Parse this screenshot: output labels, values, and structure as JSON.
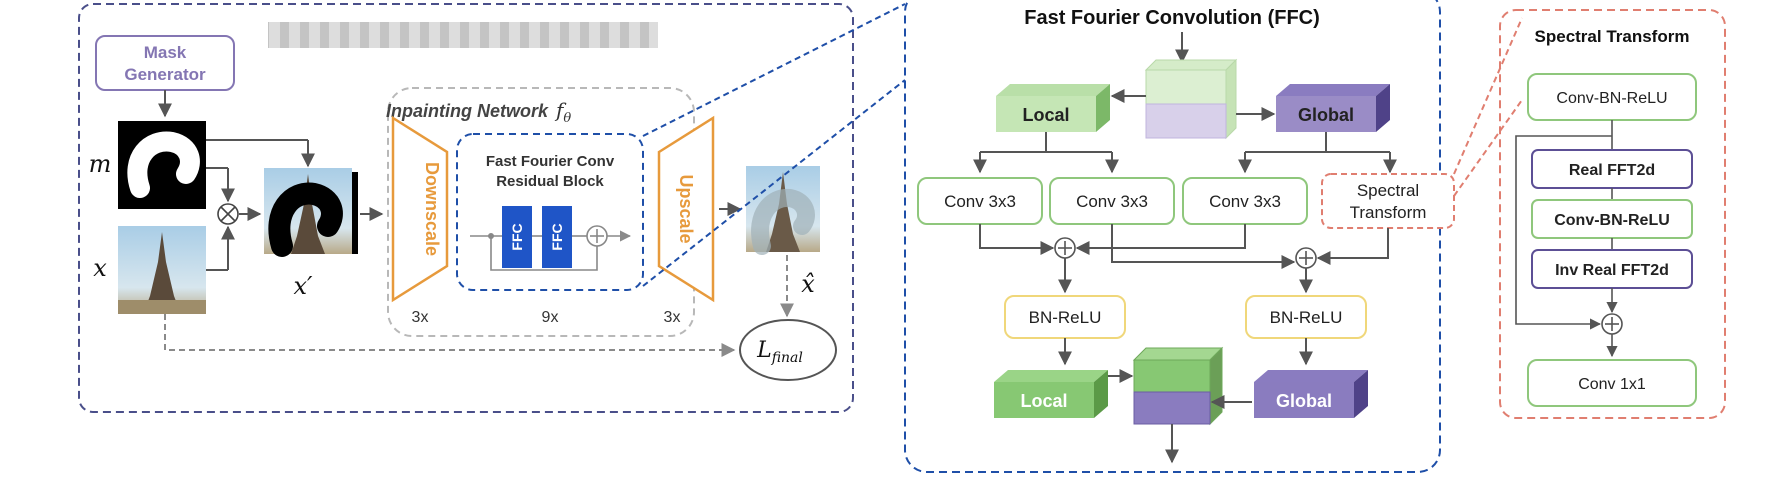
{
  "colors": {
    "panel_border": "#4a4f8a",
    "ffc_border": "#1f4fa8",
    "spectral_border": "#e07e70",
    "orange": "#e79a3c",
    "green_stroke": "#8fc77c",
    "green_fill": "#87c873",
    "purple_stroke": "#5c4f95",
    "purple_fill": "#9a8cc6",
    "yellow_stroke": "#f0d77a",
    "ffc_block": "#1f55c7",
    "mask_gen": "#8476b3",
    "arrow": "#555555",
    "gray_dash": "#9a9a9a"
  },
  "left_panel": {
    "mask_generator": [
      "Mask",
      "Generator"
    ],
    "m_label": "m",
    "x_label": "x",
    "xprime_label": "x′",
    "xhat_label": "x̂",
    "loss_label": "L",
    "loss_sub": "final",
    "inpainting_title": "Inpainting Network",
    "f_label": "f",
    "f_sub": "θ",
    "downscale": "Downscale",
    "upscale": "Upscale",
    "resblock_title": [
      "Fast Fourier Conv",
      "Residual Block"
    ],
    "ffc": "FFC",
    "count_down": "3x",
    "count_res": "9x",
    "count_up": "3x"
  },
  "ffc_panel": {
    "title": "Fast Fourier Convolution (FFC)",
    "local": "Local",
    "global": "Global",
    "conv1": "Conv 3x3",
    "conv2": "Conv 3x3",
    "conv3": "Conv 3x3",
    "spectral": [
      "Spectral",
      "Transform"
    ],
    "bnrelu1": "BN-ReLU",
    "bnrelu2": "BN-ReLU",
    "local_out": "Local",
    "global_out": "Global"
  },
  "spectral_panel": {
    "title": "Spectral Transform",
    "steps": [
      "Conv-BN-ReLU",
      "Real FFT2d",
      "Conv-BN-ReLU",
      "Inv Real FFT2d"
    ],
    "final": "Conv 1x1"
  }
}
